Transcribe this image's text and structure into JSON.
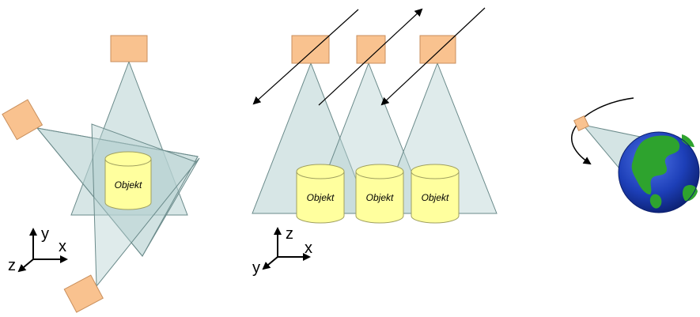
{
  "panels": {
    "left": {
      "object_label": "Objekt",
      "axes": {
        "up": "y",
        "right": "x",
        "depth": "z"
      }
    },
    "middle": {
      "object_labels": [
        "Objekt",
        "Objekt",
        "Objekt"
      ],
      "axes": {
        "up": "z",
        "right": "x",
        "depth": "y"
      }
    },
    "right": {
      "subject": "earth-globe"
    }
  },
  "colors": {
    "camera_fill": "#f9c28f",
    "camera_stroke": "#c98f5c",
    "frustum_fill": "#b7d2d2",
    "frustum_stroke": "#6a8a8a",
    "cylinder_fill": "#ffff9e",
    "cylinder_stroke": "#a0a060",
    "ocean": "#1d3fb8",
    "land": "#2ea32e"
  }
}
